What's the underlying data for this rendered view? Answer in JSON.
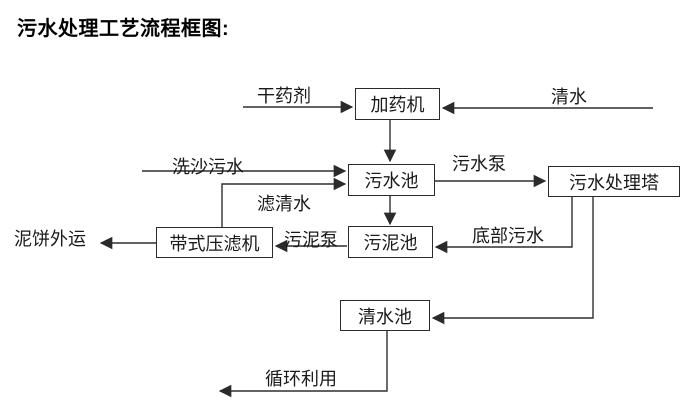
{
  "title": "污水处理工艺流程框图:",
  "nodes": {
    "dosing_machine": "加药机",
    "sewage_pool": "污水池",
    "sludge_pool": "污泥池",
    "belt_filter_press": "带式压滤机",
    "treatment_tower": "污水处理塔",
    "clean_water_pool": "清水池"
  },
  "flow_labels": {
    "dry_chemical": "干药剂",
    "clean_water": "清水",
    "sand_washing_sewage": "洗沙污水",
    "filtered_water": "滤清水",
    "sewage_pump": "污水泵",
    "sludge_pump": "污泥泵",
    "mud_cake_out": "泥饼外运",
    "bottom_sewage": "底部污水",
    "recycle_use": "循环利用"
  },
  "colors": {
    "background": "#ffffff",
    "line": "#2f2f2f",
    "box_border": "#2b2b2b",
    "text": "#1a1a1a"
  }
}
